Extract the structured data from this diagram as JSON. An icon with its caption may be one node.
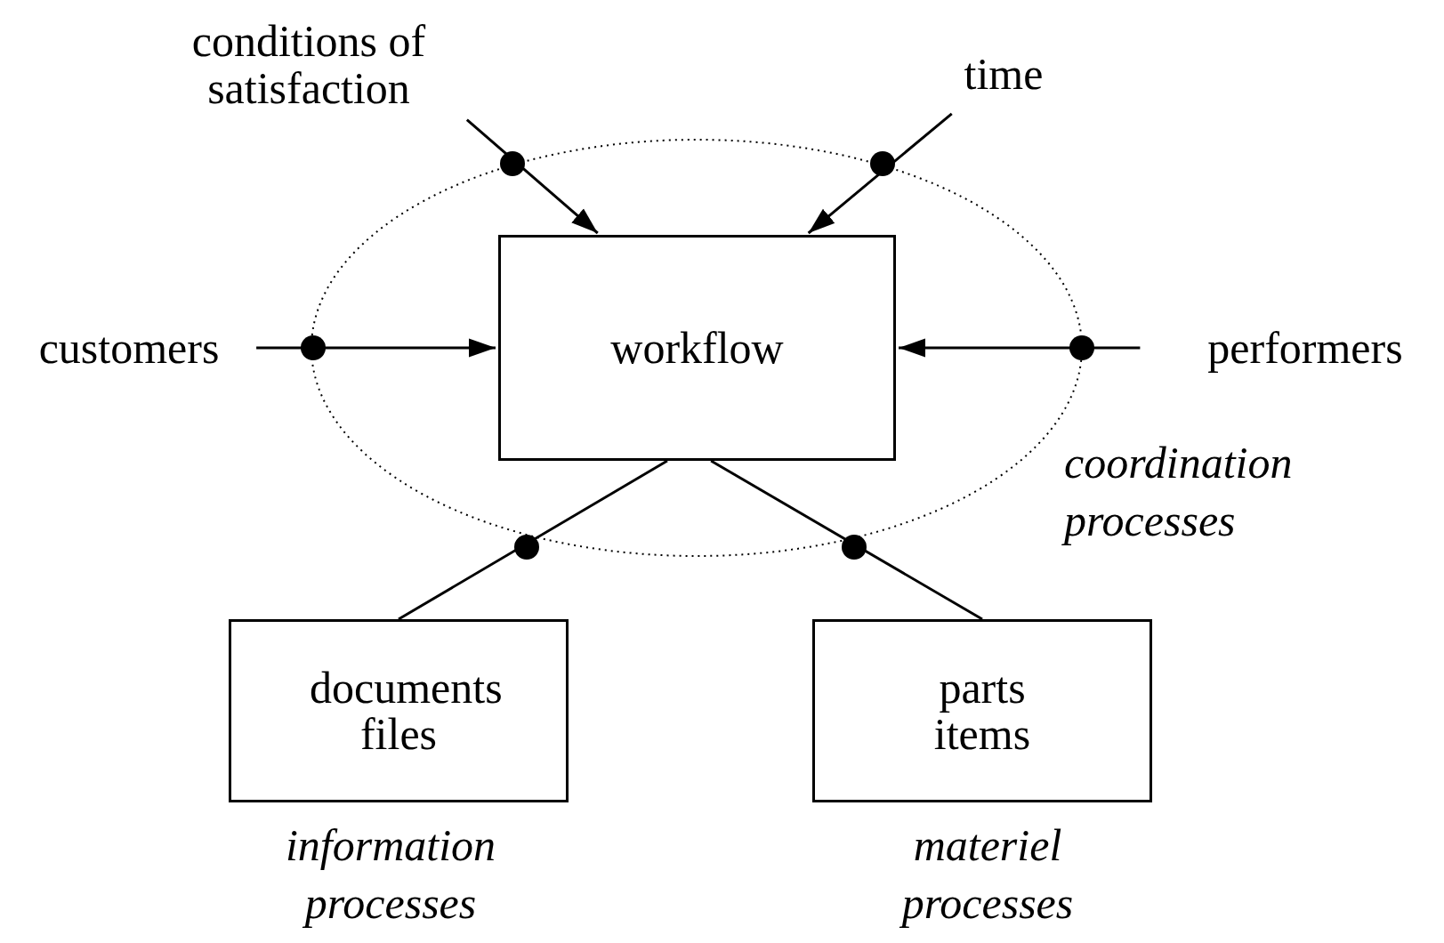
{
  "diagram": {
    "nodes": [
      {
        "text": [
          "conditions of satisfaction"
        ]
      },
      {
        "text": [
          "time"
        ]
      },
      {
        "text": [
          "customers"
        ]
      },
      {
        "text": [
          "workflow"
        ]
      },
      {
        "text": [
          "performers"
        ]
      },
      {
        "text": [
          "documents files"
        ],
        "beside": [
          "information processes"
        ]
      },
      {
        "text": [
          "parts items"
        ],
        "beside": [
          "materiel processes"
        ]
      }
    ],
    "edges": [
      {
        "from": 0,
        "to": 3,
        "arrow": "to"
      },
      {
        "from": 1,
        "to": 3,
        "arrow": "to"
      },
      {
        "from": 2,
        "to": 3,
        "arrow": "to"
      },
      {
        "from": 4,
        "to": 3,
        "arrow": "to"
      },
      {
        "from": 3,
        "to": 5,
        "arrow": "none"
      },
      {
        "from": 3,
        "to": 6,
        "arrow": "none"
      }
    ],
    "labels": [
      "coordination processes"
    ]
  }
}
